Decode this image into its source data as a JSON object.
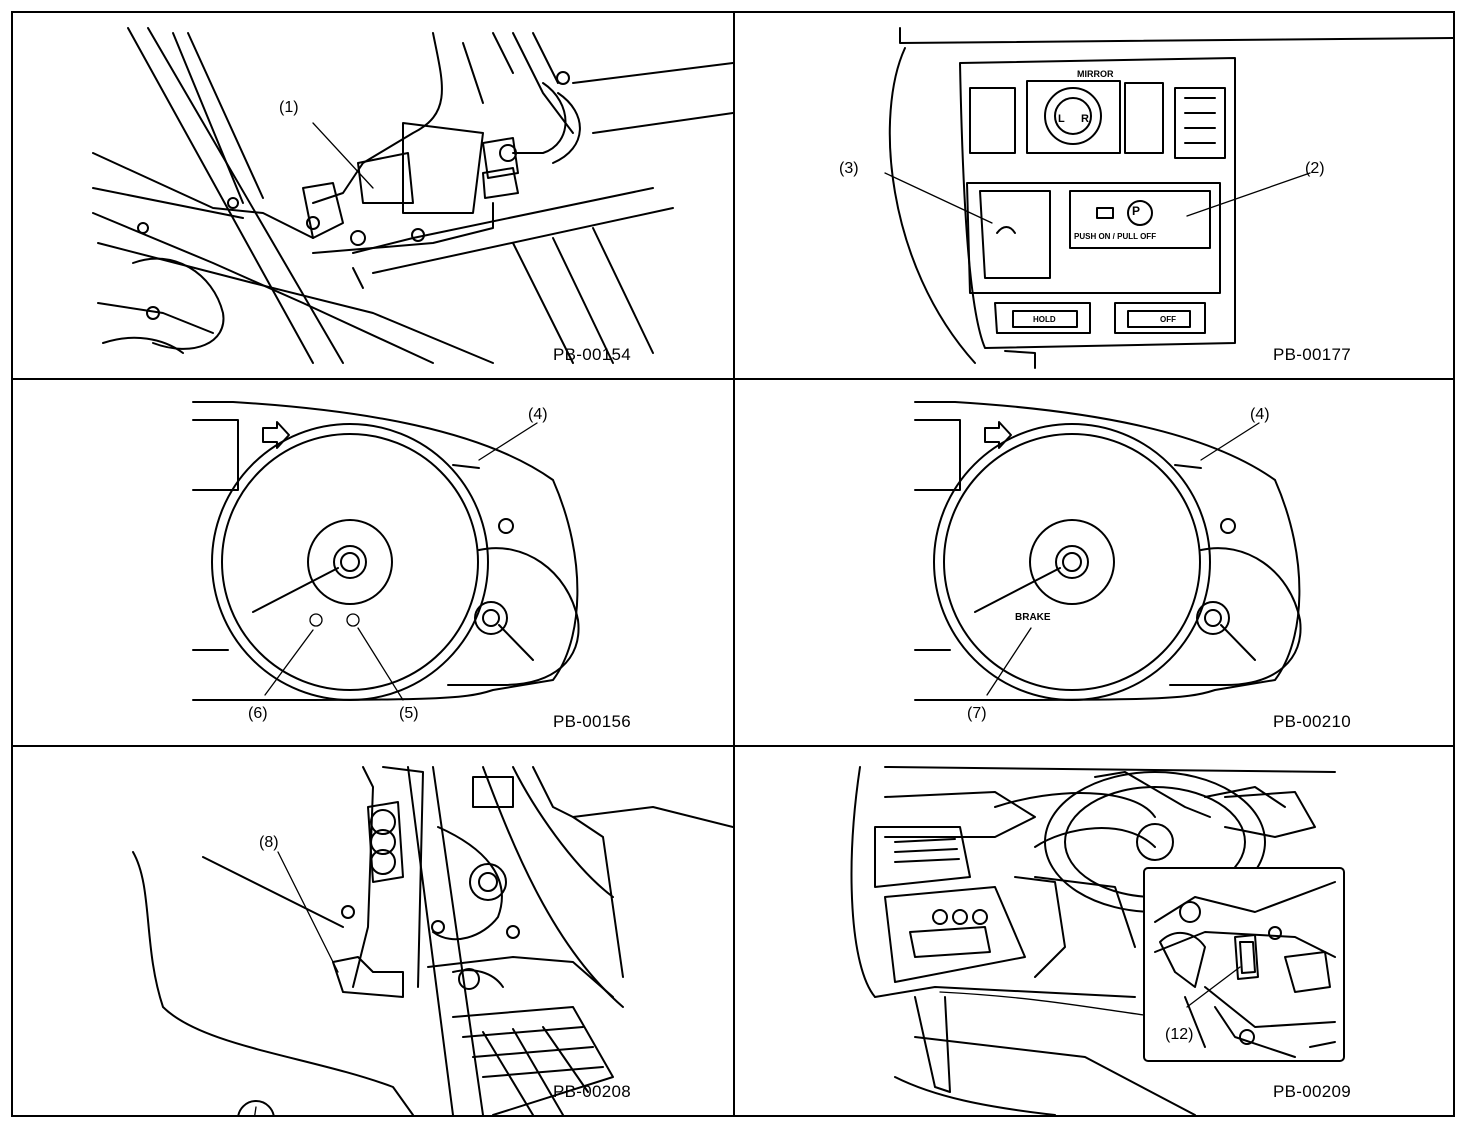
{
  "panels": [
    {
      "code": "PB-00154",
      "callouts": [
        "(1)"
      ]
    },
    {
      "code": "PB-00177",
      "callouts": [
        "(3)",
        "(2)"
      ],
      "switch_text": {
        "mirror": "MIRROR",
        "push": "PUSH ON / PULL OFF",
        "left": "L",
        "right": "R",
        "hold": "HOLD",
        "off": "OFF"
      }
    },
    {
      "code": "PB-00156",
      "callouts": [
        "(4)",
        "(6)",
        "(5)"
      ]
    },
    {
      "code": "PB-00210",
      "callouts": [
        "(4)",
        "(7)"
      ],
      "brake_text": "BRAKE"
    },
    {
      "code": "PB-00208",
      "callouts": [
        "(8)"
      ]
    },
    {
      "code": "PB-00209",
      "callouts": [
        "(12)"
      ]
    }
  ]
}
